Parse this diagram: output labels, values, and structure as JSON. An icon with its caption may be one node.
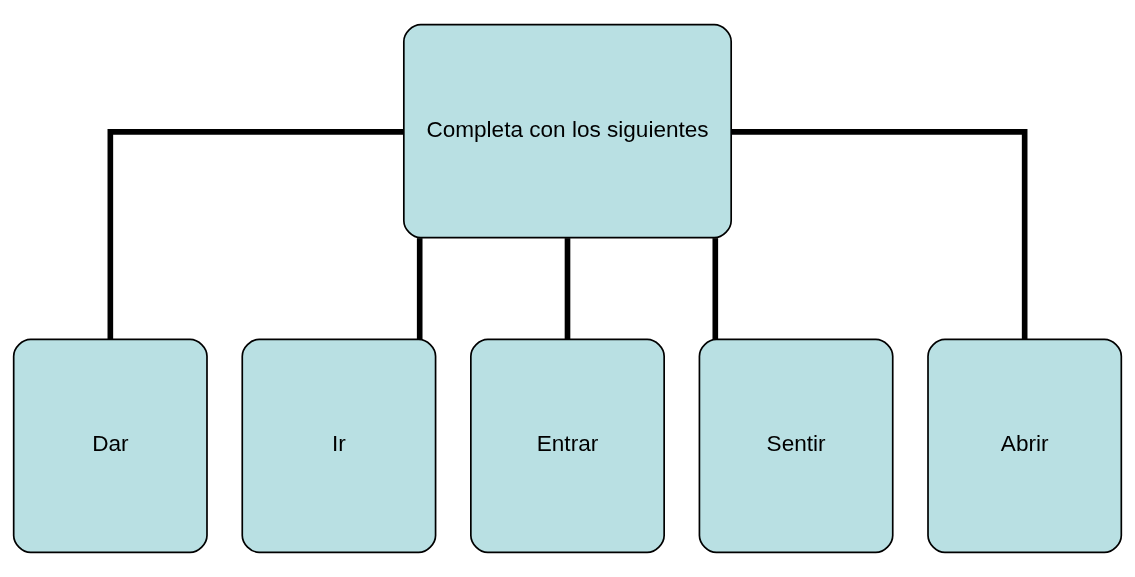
{
  "diagram": {
    "nodes": [
      {
        "text": [
          "Completa con los siguientes"
        ]
      },
      {
        "text": [
          "Dar"
        ]
      },
      {
        "text": [
          "Ir"
        ]
      },
      {
        "text": [
          "Entrar"
        ]
      },
      {
        "text": [
          "Sentir"
        ]
      },
      {
        "text": [
          "Abrir"
        ]
      }
    ],
    "edges": [
      {
        "from": 0,
        "to": 1,
        "arrow": "none"
      },
      {
        "from": 0,
        "to": 2,
        "arrow": "none"
      },
      {
        "from": 0,
        "to": 3,
        "arrow": "none"
      },
      {
        "from": 0,
        "to": 4,
        "arrow": "none"
      },
      {
        "from": 0,
        "to": 5,
        "arrow": "none"
      }
    ]
  }
}
